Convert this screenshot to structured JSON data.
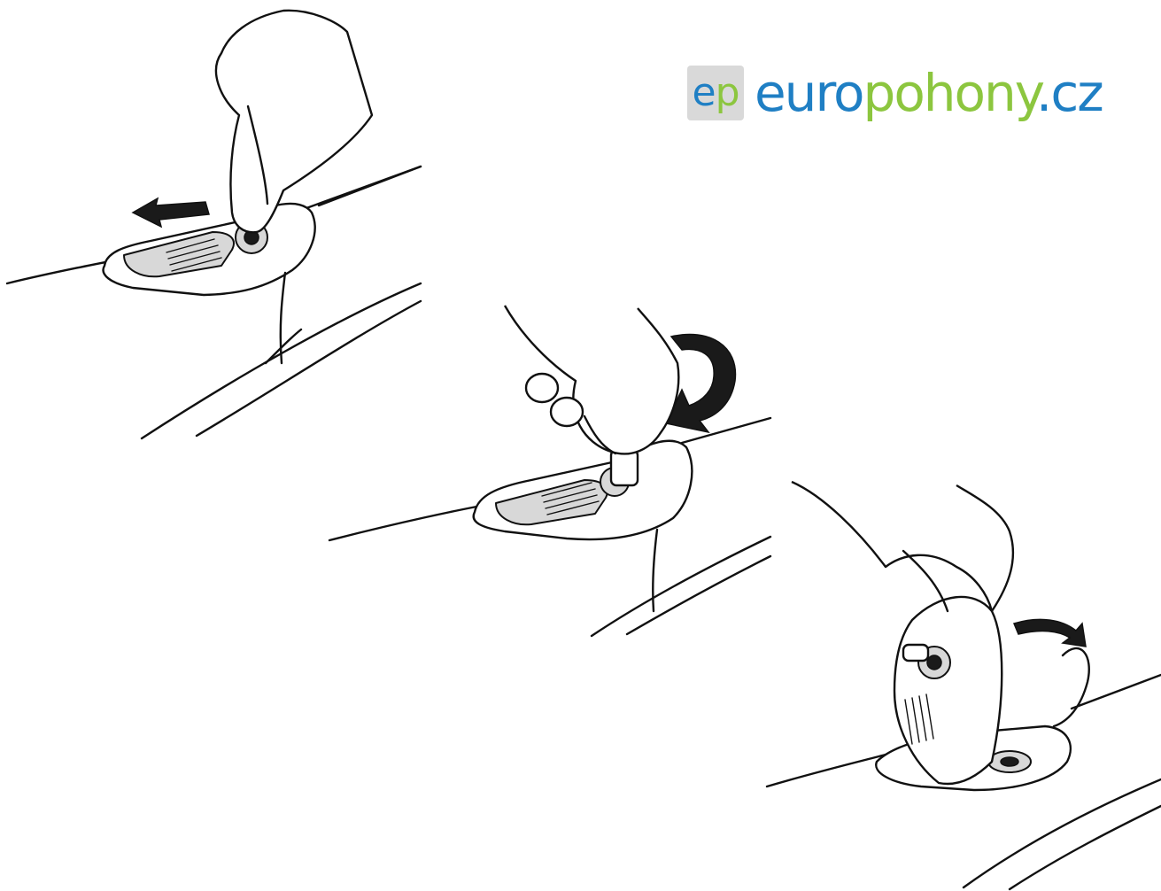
{
  "logo": {
    "badge_e": "e",
    "badge_p": "p",
    "word_euro": "euro",
    "word_pohony": "pohony",
    "word_dot": ".",
    "word_cz": "cz",
    "colors": {
      "blue": "#1f7fc4",
      "green": "#8cc63f",
      "badge_bg": "#d9d9d9"
    }
  },
  "steps": [
    {
      "action": "slide-cover-left",
      "arrow": "arrow-left-icon"
    },
    {
      "action": "turn-key",
      "arrow": "arrow-rotate-icon"
    },
    {
      "action": "lift-cover",
      "arrow": "arrow-lift-icon"
    }
  ]
}
